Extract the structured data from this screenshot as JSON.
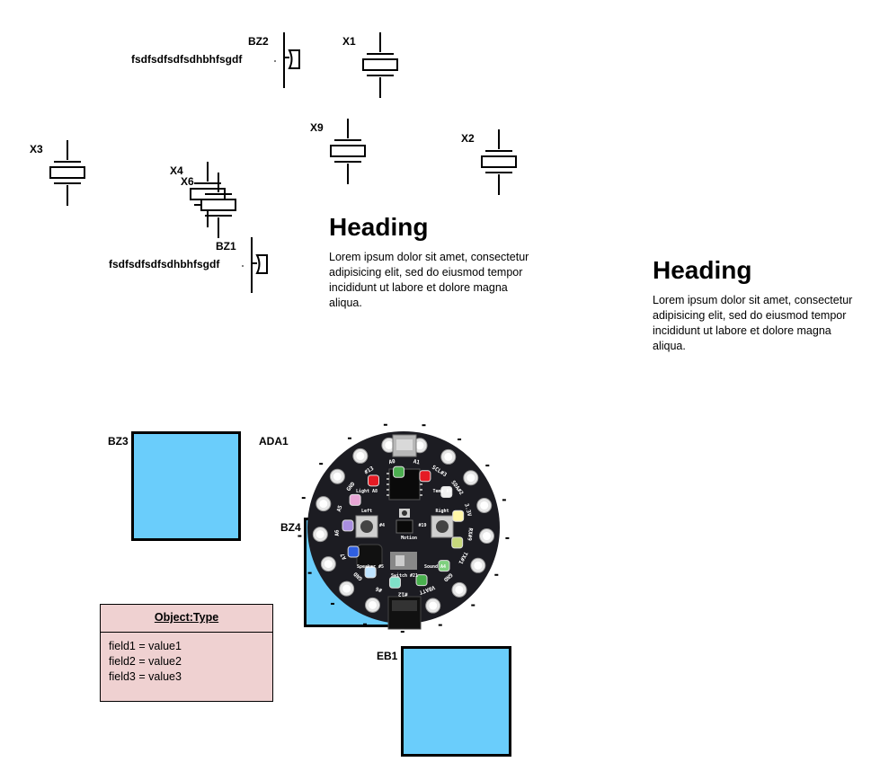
{
  "labels": {
    "bz2": "BZ2",
    "bz2_text": "fsdfsdfsdfsdhbhfsgdf",
    "x1": "X1",
    "x3": "X3",
    "x4": "X4",
    "x6": "X6",
    "x9": "X9",
    "x2": "X2",
    "bz1": "BZ1",
    "bz1_text": "fsdfsdfsdfsdhbhfsgdf",
    "bz3": "BZ3",
    "ada1": "ADA1",
    "bz4": "BZ4",
    "eb1": "EB1"
  },
  "text_blocks": [
    {
      "heading": "Heading",
      "body": "Lorem ipsum dolor sit amet, consectetur adipisicing elit, sed do eiusmod tempor incididunt ut labore et dolore magna aliqua."
    },
    {
      "heading": "Heading",
      "body": "Lorem ipsum dolor sit amet, consectetur adipisicing elit, sed do eiusmod tempor incididunt ut labore et dolore magna aliqua."
    }
  ],
  "object_box": {
    "title": "Object:Type",
    "fields": [
      "field1 = value1",
      "field2 = value2",
      "field3 = value3"
    ]
  },
  "board": {
    "pads": [
      "A0",
      "A1",
      "SCL#3",
      "SDA#2",
      "3.3V",
      "RX#9",
      "TX#1",
      "GND",
      "VBATT",
      "#12",
      "#6",
      "GND",
      "A7",
      "A6",
      "A5",
      "GND",
      "#13"
    ],
    "silk": [
      "Light A8",
      "Temp A9",
      "Left",
      "Right",
      "#4",
      "#19",
      "Motion",
      "Speaker #5",
      "Switch #21",
      "Sound A4"
    ]
  },
  "colors": {
    "fill_blue": "#6acdfb",
    "object_fill": "#efd1d1",
    "board": "#1c1c22"
  },
  "icons": {
    "crystal": "crystal-oscillator-icon",
    "buzzer": "buzzer-icon",
    "board": "circuit-playground-board-icon"
  }
}
